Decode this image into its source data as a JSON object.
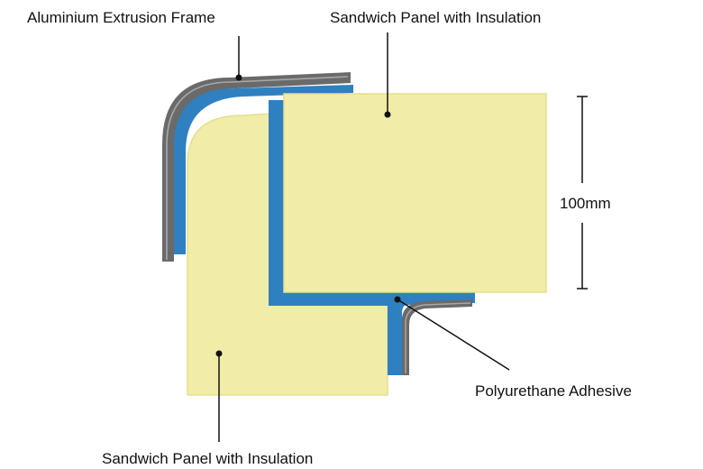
{
  "labels": {
    "frame": "Aluminium Extrusion Frame",
    "panel_top": "Sandwich Panel with Insulation",
    "dimension": "100mm",
    "adhesive": "Polyurethane Adhesive",
    "panel_bottom": "Sandwich Panel with Insulation"
  },
  "colors": {
    "panel_fill": "#f1eca8",
    "panel_edge": "#e6df8e",
    "adhesive_blue": "#2f80c0",
    "frame_gray": "#666666",
    "frame_gray_light": "#9a9a9a",
    "line": "#111111"
  }
}
